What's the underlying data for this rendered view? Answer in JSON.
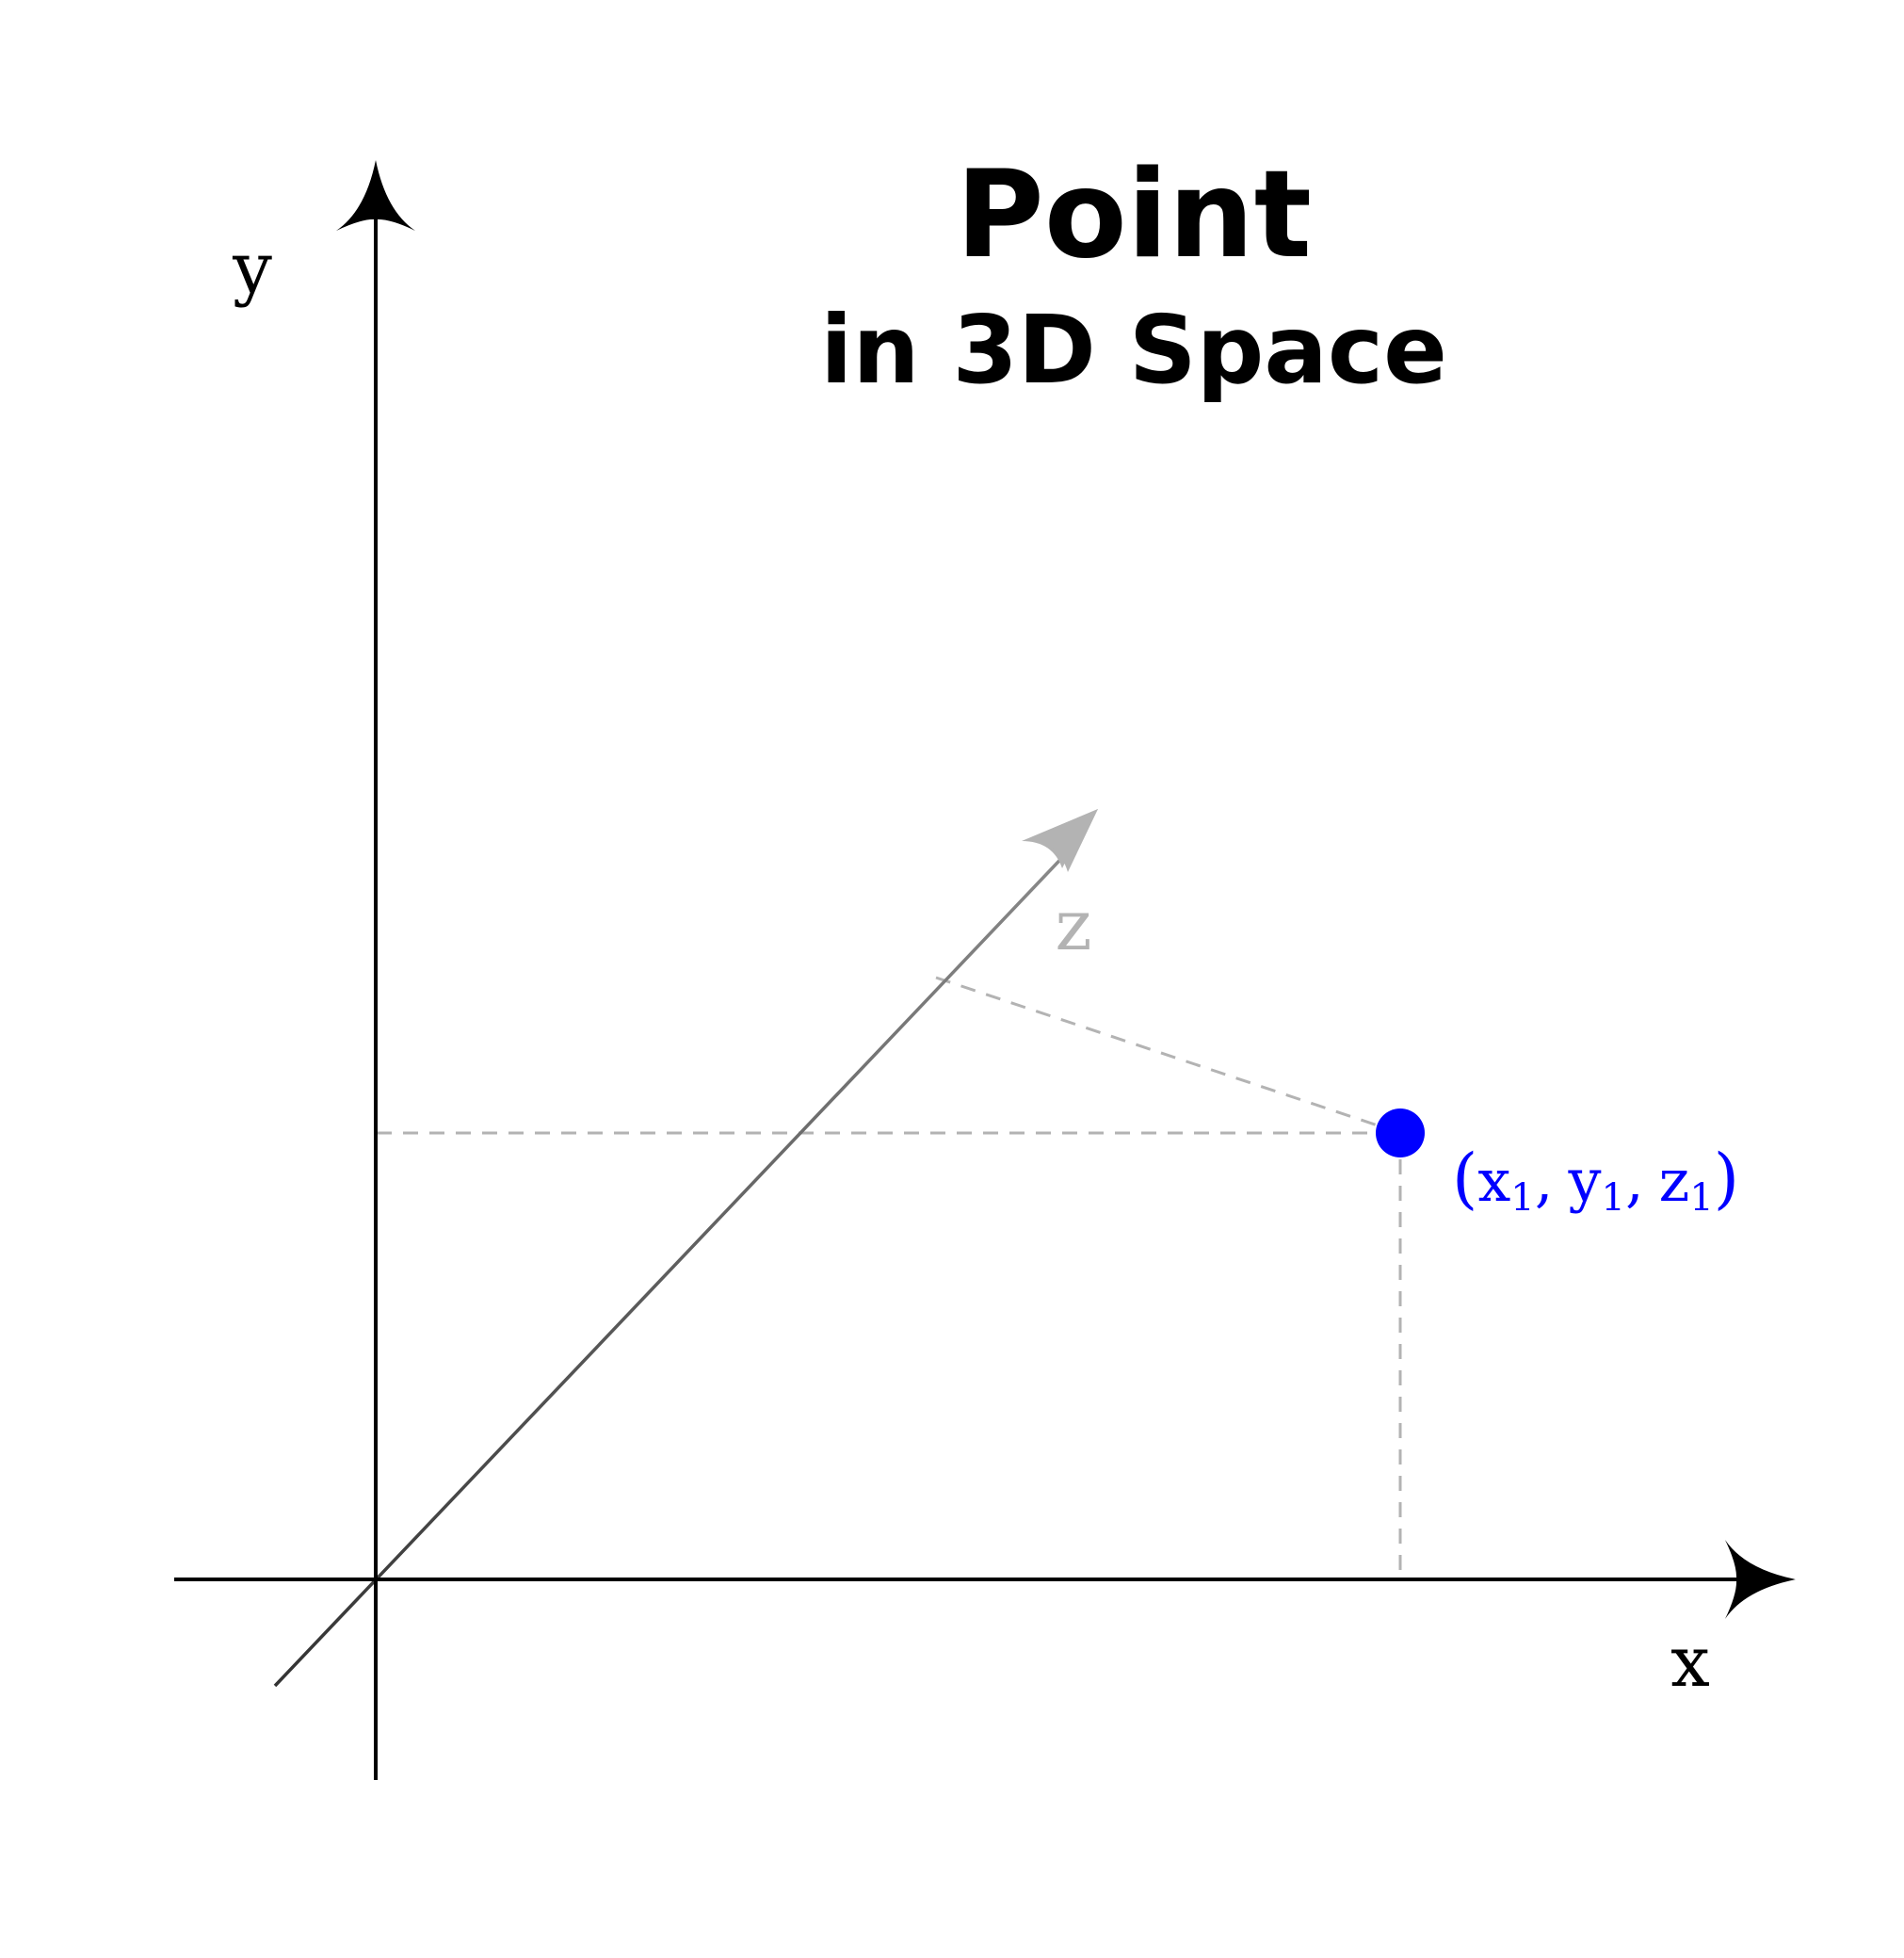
{
  "title": {
    "line1": "Point",
    "line2": "in 3D Space"
  },
  "axes": {
    "x_label": "x",
    "y_label": "y",
    "z_label": "z"
  },
  "point": {
    "label_open": "(",
    "x_name": "x",
    "y_name": "y",
    "z_name": "z",
    "subscript": "1",
    "separator": ",",
    "label_close": ")"
  },
  "colors": {
    "axis": "#000000",
    "z_axis": "#555555",
    "z_axis_arrow": "#b3b3b3",
    "guide": "#b3b3b3",
    "point": "#0000ff"
  }
}
